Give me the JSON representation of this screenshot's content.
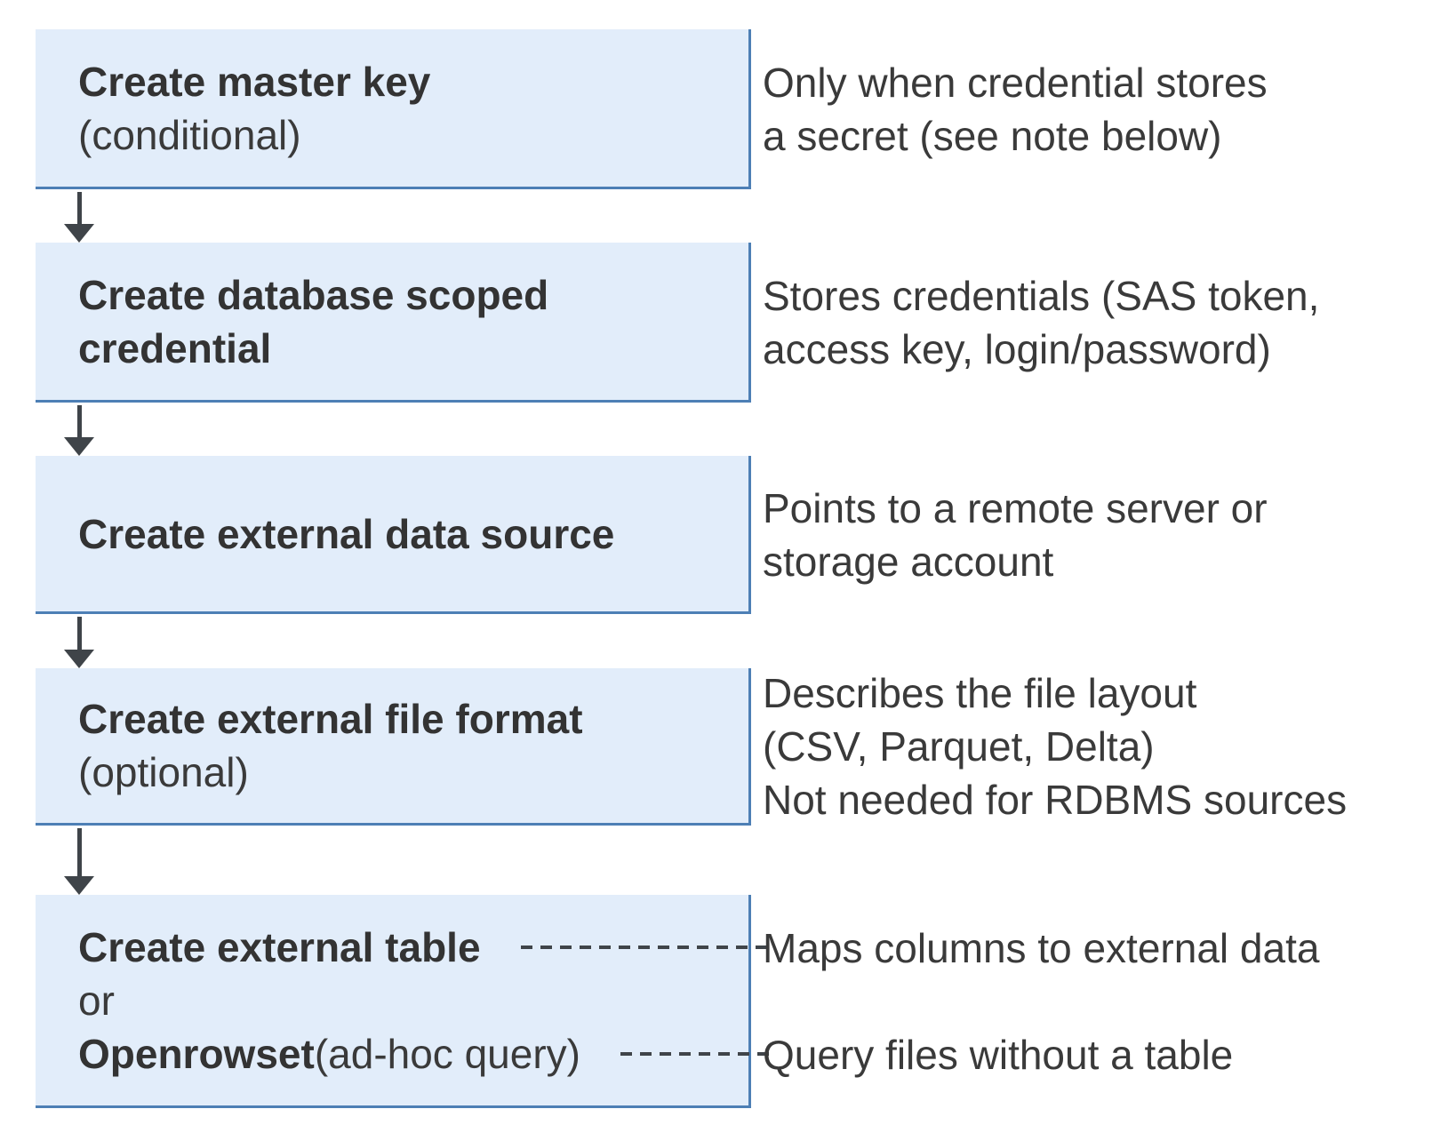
{
  "colors": {
    "box_fill": "#e2edfa",
    "box_border": "#4d7fb5",
    "arrow": "#3f4449",
    "text": "#3a3a3a"
  },
  "flow": {
    "step1": {
      "title": "Create master key",
      "qualifier": "(conditional)",
      "note_line1": "Only when credential stores",
      "note_line2": "a secret (see note below)"
    },
    "step2": {
      "title_line1": "Create database scoped",
      "title_line2": "credential",
      "note_line1": "Stores credentials (SAS token,",
      "note_line2": "access key, login/password)"
    },
    "step3": {
      "title": "Create external data source",
      "note_line1": "Points to a remote server or",
      "note_line2": "storage account"
    },
    "step4": {
      "title": "Create external file format",
      "qualifier": "(optional)",
      "note_line1": "Describes the file layout",
      "note_line2": "(CSV, Parquet, Delta)",
      "note_line3": "Not needed for RDBMS sources"
    },
    "step5": {
      "option1": "Create external table",
      "connector": "or",
      "option2_bold": "Openrowset",
      "option2_rest": " (ad-hoc query)",
      "note_option1": "Maps columns to external data",
      "note_option2": "Query files without a table"
    }
  }
}
